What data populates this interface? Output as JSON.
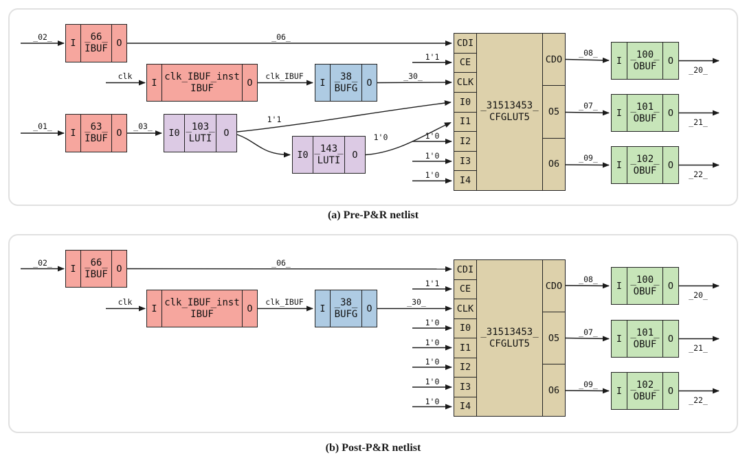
{
  "colors": {
    "ibuf_fill": "#f6a69e",
    "bufg_fill": "#aecbe3",
    "lut_fill": "#dccae4",
    "cfglut_fill": "#ddd1ab",
    "obuf_fill": "#c7e5b9",
    "wire": "#1a1a1a",
    "panel_border": "#e0e0e0"
  },
  "panel_a": {
    "caption": "(a) Pre-P&R netlist",
    "boxes": {
      "ibuf66": {
        "in": "I",
        "name": "_66_",
        "type": "IBUF",
        "out": "O"
      },
      "clk_ibuf": {
        "in": "I",
        "name": "clk_IBUF_inst",
        "type": "IBUF",
        "out": "O"
      },
      "bufg": {
        "in": "I",
        "name": "_38_",
        "type": "BUFG",
        "out": "O"
      },
      "ibuf63": {
        "in": "I",
        "name": "_63_",
        "type": "IBUF",
        "out": "O"
      },
      "lut103": {
        "in": "I0",
        "name": "_103_",
        "type": "LUTI",
        "out": "O"
      },
      "lut143": {
        "in": "I0",
        "name": "_143_",
        "type": "LUTI",
        "out": "O"
      },
      "cfglut": {
        "inputs": [
          "CDI",
          "CE",
          "CLK",
          "I0",
          "I1",
          "I2",
          "I3",
          "I4"
        ],
        "name": "_31513453_",
        "type": "CFGLUT5",
        "outputs": [
          "CDO",
          "O5",
          "O6"
        ]
      },
      "obuf100": {
        "in": "I",
        "name": "_100_",
        "type": "OBUF",
        "out": "O"
      },
      "obuf101": {
        "in": "I",
        "name": "_101_",
        "type": "OBUF",
        "out": "O"
      },
      "obuf102": {
        "in": "I",
        "name": "_102_",
        "type": "OBUF",
        "out": "O"
      }
    },
    "nets": {
      "in_top": "_02_",
      "net06": "_06_",
      "clk": "clk",
      "clk_ibuf": "clk_IBUF",
      "net30": "_30_",
      "ce_const": "1'1",
      "in_bot": "_01_",
      "net03": "_03_",
      "lut103_const": "1'1",
      "lut143_const": "1'0",
      "i2_const": "1'0",
      "i3_const": "1'0",
      "i4_const": "1'0",
      "net08": "_08_",
      "net07": "_07_",
      "net09": "_09_",
      "out_top": "_20_",
      "out_mid": "_21_",
      "out_bot": "_22_"
    }
  },
  "panel_b": {
    "caption": "(b) Post-P&R netlist",
    "boxes": {
      "ibuf66": {
        "in": "I",
        "name": "_66_",
        "type": "IBUF",
        "out": "O"
      },
      "clk_ibuf": {
        "in": "I",
        "name": "clk_IBUF_inst",
        "type": "IBUF",
        "out": "O"
      },
      "bufg": {
        "in": "I",
        "name": "_38_",
        "type": "BUFG",
        "out": "O"
      },
      "cfglut": {
        "inputs": [
          "CDI",
          "CE",
          "CLK",
          "I0",
          "I1",
          "I2",
          "I3",
          "I4"
        ],
        "name": "_31513453_",
        "type": "CFGLUT5",
        "outputs": [
          "CDO",
          "O5",
          "O6"
        ]
      },
      "obuf100": {
        "in": "I",
        "name": "_100_",
        "type": "OBUF",
        "out": "O"
      },
      "obuf101": {
        "in": "I",
        "name": "_101_",
        "type": "OBUF",
        "out": "O"
      },
      "obuf102": {
        "in": "I",
        "name": "_102_",
        "type": "OBUF",
        "out": "O"
      }
    },
    "nets": {
      "in_top": "_02_",
      "net06": "_06_",
      "clk": "clk",
      "clk_ibuf": "clk_IBUF",
      "net30": "_30_",
      "ce_const": "1'1",
      "i0_const": "1'0",
      "i1_const": "1'0",
      "i2_const": "1'0",
      "i3_const": "1'0",
      "i4_const": "1'0",
      "net08": "_08_",
      "net07": "_07_",
      "net09": "_09_",
      "out_top": "_20_",
      "out_mid": "_21_",
      "out_bot": "_22_"
    }
  }
}
